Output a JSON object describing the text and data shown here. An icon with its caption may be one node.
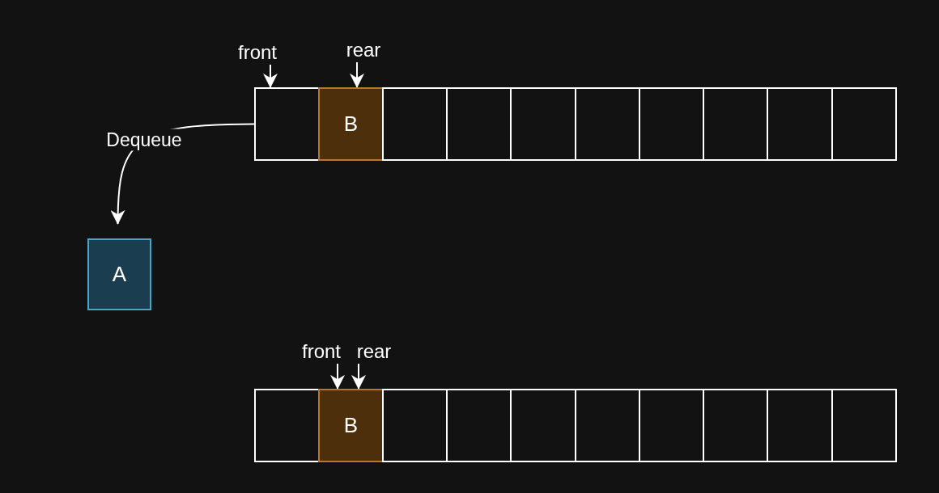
{
  "diagram": {
    "nodes": [
      {
        "text": [
          "front"
        ]
      },
      {
        "text": [
          "rear"
        ]
      },
      {
        "text": [],
        "shape": "box"
      },
      {
        "text": [
          "B"
        ]
      },
      {
        "text": [],
        "shape": "box"
      },
      {
        "text": [],
        "shape": "box"
      },
      {
        "text": [],
        "shape": "box"
      },
      {
        "text": [],
        "shape": "box"
      },
      {
        "text": [],
        "shape": "box"
      },
      {
        "text": [],
        "shape": "box"
      },
      {
        "text": [],
        "shape": "box"
      },
      {
        "text": [],
        "shape": "box"
      },
      {
        "text": [
          "A"
        ]
      },
      {
        "text": [
          "front"
        ]
      },
      {
        "text": [
          "rear"
        ]
      },
      {
        "text": [],
        "shape": "box"
      },
      {
        "text": [
          "B"
        ]
      },
      {
        "text": [],
        "shape": "box"
      },
      {
        "text": [],
        "shape": "box"
      },
      {
        "text": [],
        "shape": "box"
      },
      {
        "text": [],
        "shape": "box"
      },
      {
        "text": [],
        "shape": "box"
      },
      {
        "text": [],
        "shape": "box"
      },
      {
        "text": [],
        "shape": "box"
      },
      {
        "text": [],
        "shape": "box"
      }
    ],
    "edges": [
      {
        "from": 0,
        "to": 2,
        "arrow": "to"
      },
      {
        "from": 1,
        "to": 3,
        "arrow": "to"
      },
      {
        "from": 2,
        "to": 12,
        "arrow": "to",
        "label": "Dequeue"
      },
      {
        "from": 13,
        "to": 16,
        "arrow": "to"
      },
      {
        "from": 14,
        "to": 16,
        "arrow": "to"
      }
    ]
  }
}
